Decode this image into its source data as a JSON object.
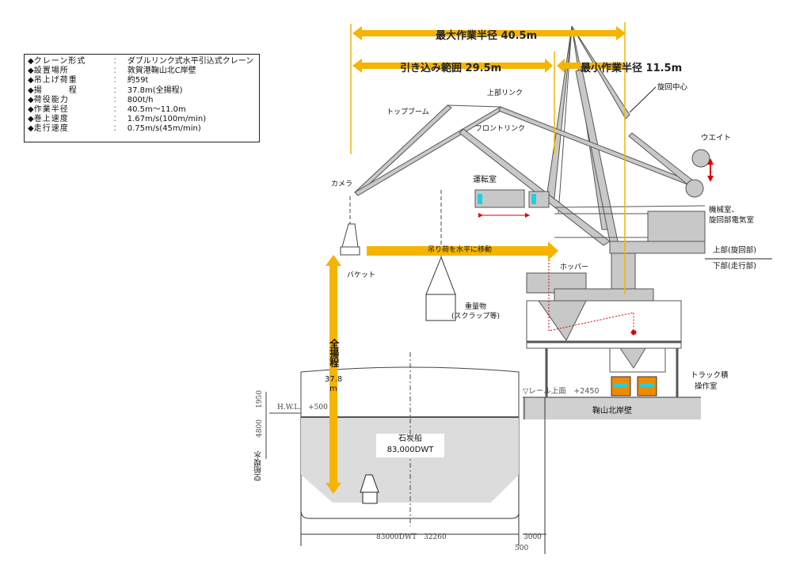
{
  "specs": [
    {
      "key": "クレーン形式",
      "value": "ダブルリンク式水平引込式クレーン"
    },
    {
      "key": "設置場所",
      "value": "敦賀港鞠山北C岸壁"
    },
    {
      "key": "吊上げ荷重",
      "value": "約59t"
    },
    {
      "key": "揚　　　程",
      "value": "37.8m(全揚程)"
    },
    {
      "key": "荷役能力",
      "value": "800t/h"
    },
    {
      "key": "作業半径",
      "value": "40.5m～11.0m"
    },
    {
      "key": "巻上速度",
      "value": "1.67m/s(100m/min)"
    },
    {
      "key": "走行速度",
      "value": "0.75m/s(45m/min)"
    }
  ],
  "bullet": "◆",
  "colon": "：",
  "dimensions": {
    "max_radius": "最大作業半径 40.5m",
    "luffing_range": "引き込み範囲 29.5m",
    "min_radius": "最小作業半径 11.5m",
    "horizontal_move": "吊り荷を水平に移動",
    "lift_height_title": "全揚程",
    "lift_height_value": "37.8 m"
  },
  "labels": {
    "slewing_center": "旋回中心",
    "weight": "ウエイト",
    "machine_room_1": "機械室、",
    "machine_room_2": "旋回部電気室",
    "upper": "上部(旋回部)",
    "lower": "下部(走行部)",
    "upper_link": "上部リンク",
    "top_boom": "トップブーム",
    "front_link": "フロントリンク",
    "camera": "カメラ",
    "cab": "運転室",
    "bucket": "バケット",
    "hopper": "ホッパー",
    "heavy_load_1": "重量物",
    "heavy_load_2": "(スクラップ等)",
    "truck_room_1": "トラック積",
    "truck_room_2": "操作室",
    "rail_level": "▽レール上面　+2450",
    "quay": "鞠山北岸壁",
    "hwl": "H.W.L.　+500",
    "dim_1950": "1950",
    "dim_4800": "4800",
    "empty_draft": "空船喫水",
    "ship_name": "石炭船",
    "ship_dwt": "83,000DWT",
    "ship_width": "83000DWT　32260",
    "dim_3000": "3000",
    "dim_500": "500"
  },
  "colors": {
    "arrow": "#f5b400",
    "steel": "#c8c8c8",
    "red": "#e00000",
    "cab_glass": "#22d0e0",
    "truck": "#f08a00",
    "water": "#dcdcdc"
  }
}
